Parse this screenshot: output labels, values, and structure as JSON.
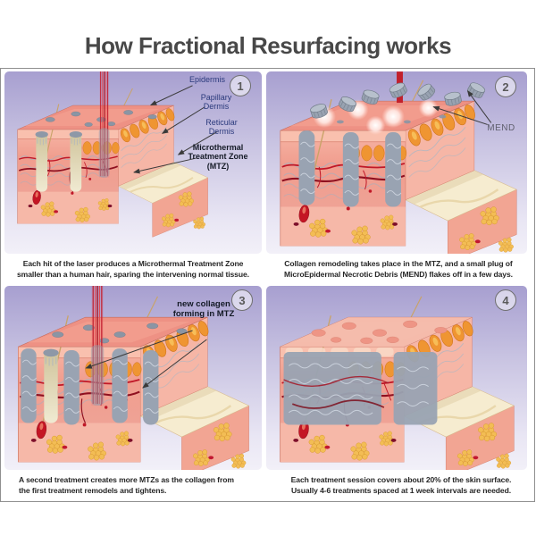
{
  "title": "How Fractional Resurfacing works",
  "colors": {
    "title_text": "#484848",
    "frame": "#8f8f8f",
    "panel_top": "#a79fd0",
    "panel_bottom": "#f2f0f8",
    "caption_text": "#262626",
    "label_navy": "#2b3a7c",
    "label_dark": "#141a26",
    "mend_label": "#5f5f6d",
    "skin_pink": "#f0a090",
    "mtz_gray": "#99a3b2",
    "laser_red": "#c41f2e",
    "fat_yellow": "#f3bd55"
  },
  "panels": [
    {
      "number": "1",
      "labels": {
        "epidermis": "Epidermis",
        "papillary": "Papillary Dermis",
        "reticular": "Reticular Dermis",
        "mtz": "Microthermal Treatment Zone (MTZ)"
      },
      "caption_line1": "Each hit of the laser produces a Microthermal Treatment Zone",
      "caption_line2": "smaller than a human hair, sparing the intervening normal tissue."
    },
    {
      "number": "2",
      "labels": {
        "mend": "MEND"
      },
      "caption_line1": "Collagen remodeling takes place in the MTZ, and a small plug of",
      "caption_line2": "MicroEpidermal Necrotic Debris (MEND) flakes off in a few days."
    },
    {
      "number": "3",
      "labels": {
        "new_collagen": "new collagen forming in MTZ"
      },
      "caption_line1": "A second treatment creates more MTZs as the collagen from",
      "caption_line2": "the first treatment remodels and tightens."
    },
    {
      "number": "4",
      "labels": {},
      "caption_line1": "Each treatment session covers about 20% of the skin surface.",
      "caption_line2": "Usually 4-6 treatments spaced at 1 week intervals are needed."
    }
  ]
}
